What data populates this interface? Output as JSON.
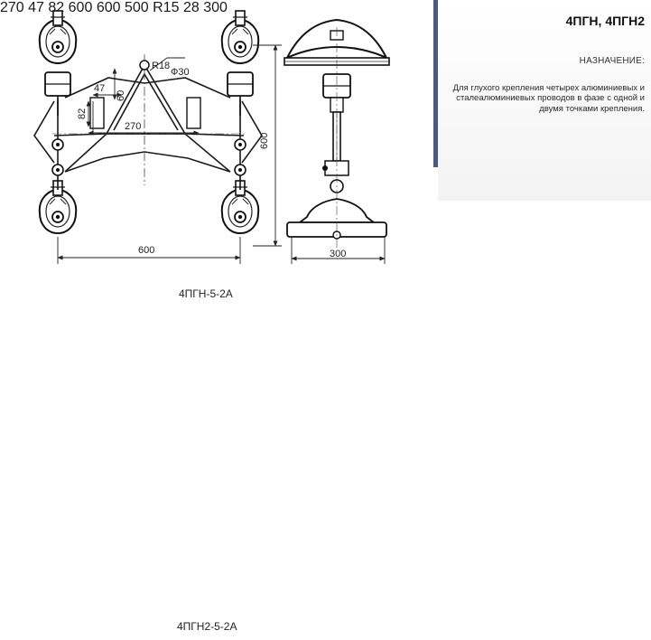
{
  "panel": {
    "title": "4ПГН, 4ПГН2",
    "section_heading": "НАЗНАЧЕНИЕ:",
    "description": "Для глухого крепления четырех алюминиевых и сталеалюминиевых проводов в фазе с одной и двумя точками крепления.",
    "accent_color": "#4a5a78"
  },
  "drawing_top": {
    "caption": "4ПГН-5-2А",
    "dims": {
      "radius": "R18",
      "diameter": "Ф30",
      "d47": "47",
      "d60": "60",
      "d82": "82",
      "d270": "270",
      "d600_h": "600",
      "d600_v": "600",
      "d300": "300"
    }
  },
  "drawing_bottom": {
    "caption": "4ПГН2-5-2А",
    "dims": {
      "d500": "500",
      "r15": "R15",
      "d28": "28",
      "d270": "270",
      "d47": "47",
      "d82": "82",
      "d600_v": "600",
      "d600_h": "600",
      "d300": "300"
    }
  }
}
